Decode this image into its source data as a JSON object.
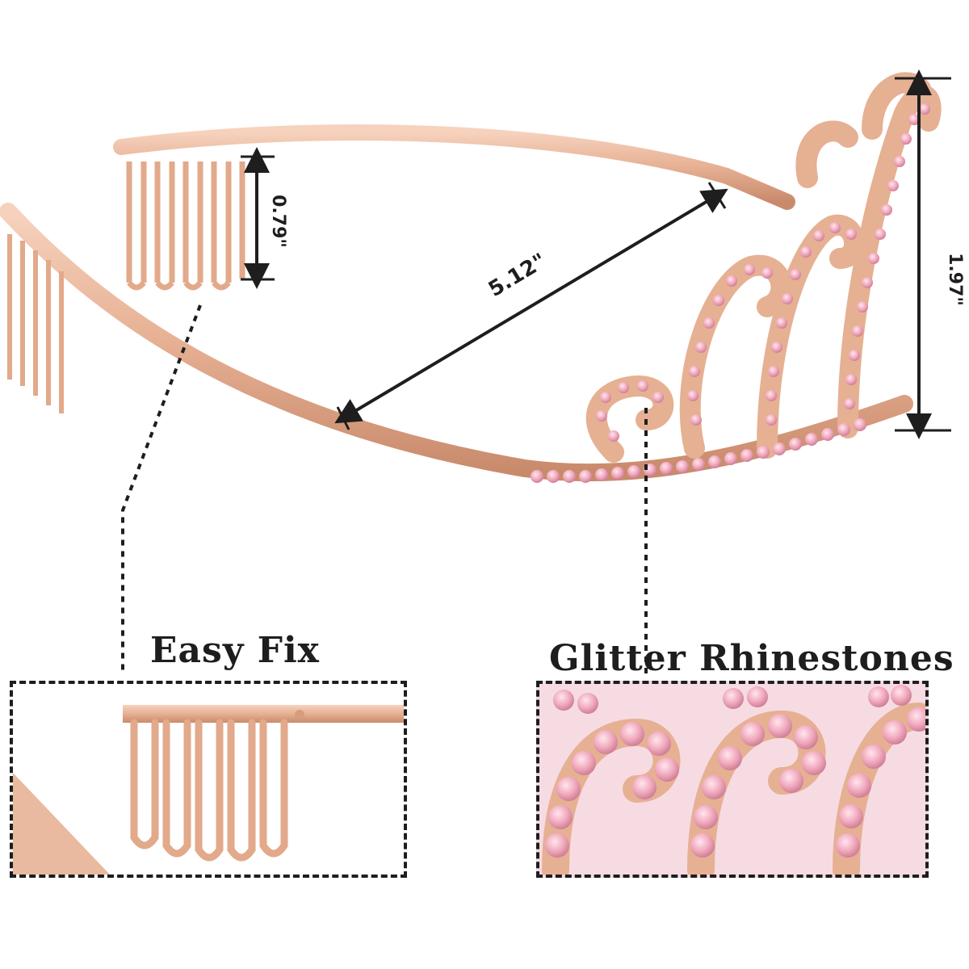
{
  "dimensions": {
    "comb_height": "0.79\"",
    "band_length": "5.12\"",
    "crown_height": "1.97\""
  },
  "features": {
    "easy_fix": "Easy Fix",
    "glitter_rhinestones": "Glitter Rhinestones"
  },
  "colors": {
    "rose_gold": "#e8b59a",
    "rose_gold_dark": "#c98a6c",
    "rhinestone_pink": "#f0a8bc",
    "ink": "#1e1e1e"
  }
}
